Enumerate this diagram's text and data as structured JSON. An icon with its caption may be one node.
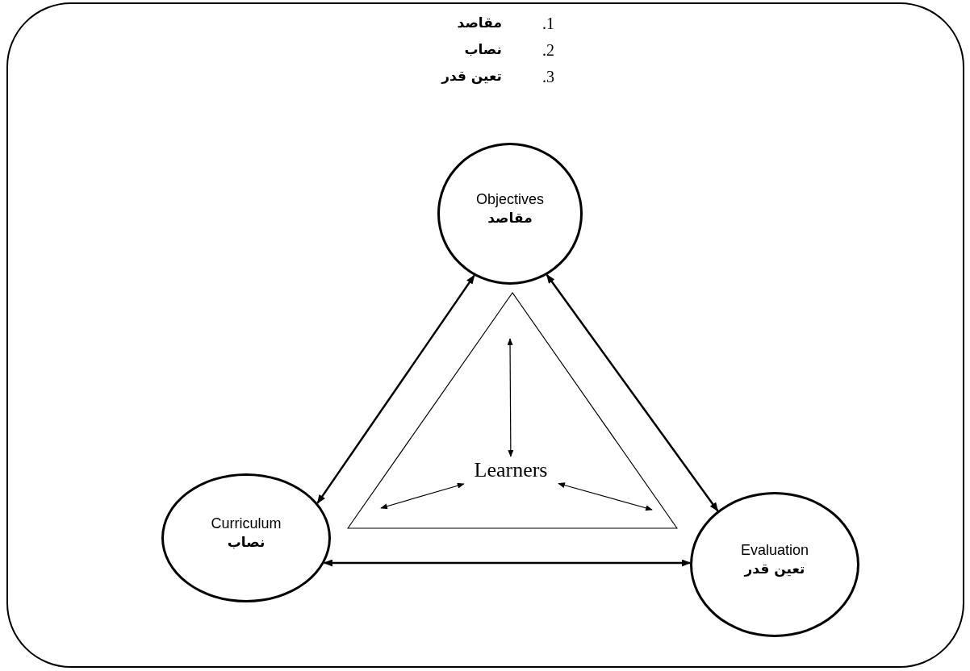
{
  "diagram": {
    "nodes": [
      {
        "text": [],
        "shape": "box"
      },
      {
        "text": [
          "Objectives",
          "مقاصد"
        ],
        "in": 0
      },
      {
        "text": [],
        "shape": "triangle",
        "in": 0
      },
      {
        "text": [
          "Learners"
        ],
        "in": 2
      },
      {
        "text": [
          "Curriculum",
          "نصاب"
        ],
        "in": 0
      },
      {
        "text": [
          "Evaluation",
          "تعین قدر"
        ],
        "in": 0
      }
    ],
    "edges": [
      {
        "from": 1,
        "to": 4,
        "arrow": "both"
      },
      {
        "from": 1,
        "to": 5,
        "arrow": "both"
      },
      {
        "from": 4,
        "to": 5,
        "arrow": "both"
      },
      {
        "from": 3,
        "to": null,
        "arrow": "both"
      },
      {
        "from": 3,
        "to": null,
        "arrow": "both"
      },
      {
        "from": 3,
        "to": null,
        "arrow": "both"
      }
    ],
    "labels": [
      "1.",
      "مقاصد",
      "2.",
      "نصاب",
      "3.",
      "تعین قدر"
    ]
  }
}
